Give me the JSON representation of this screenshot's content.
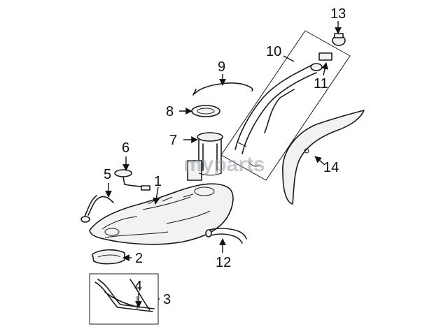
{
  "watermark": "myparts",
  "callouts": [
    {
      "id": "1",
      "label": "1"
    },
    {
      "id": "2",
      "label": "2"
    },
    {
      "id": "3",
      "label": "3"
    },
    {
      "id": "4",
      "label": "4"
    },
    {
      "id": "5",
      "label": "5"
    },
    {
      "id": "6",
      "label": "6"
    },
    {
      "id": "7",
      "label": "7"
    },
    {
      "id": "8",
      "label": "8"
    },
    {
      "id": "9",
      "label": "9"
    },
    {
      "id": "10",
      "label": "10"
    },
    {
      "id": "11",
      "label": "11"
    },
    {
      "id": "12",
      "label": "12"
    },
    {
      "id": "13",
      "label": "13"
    },
    {
      "id": "14",
      "label": "14"
    }
  ]
}
